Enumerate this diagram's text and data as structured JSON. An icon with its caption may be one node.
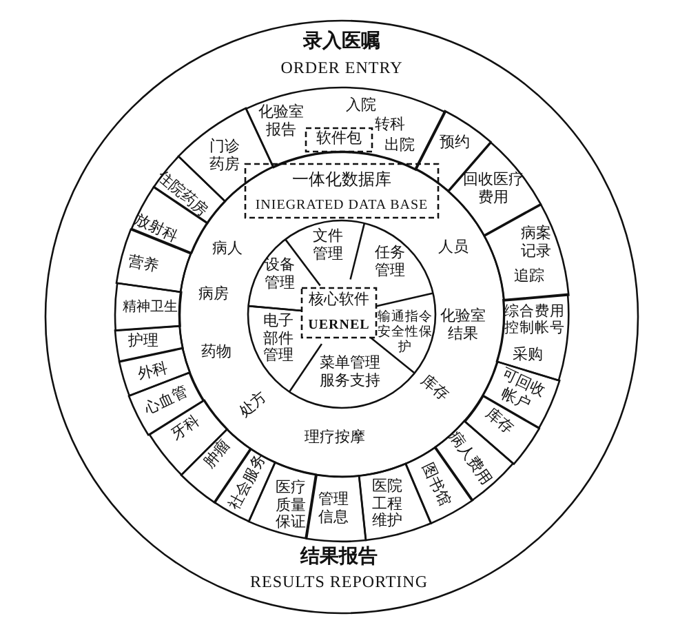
{
  "diagram": {
    "nodes": [
      {
        "text": [
          "录入医嘱",
          "ORDER ENTRY",
          "结果报告",
          "RESULTS REPORTING"
        ]
      },
      {
        "text": [
          "门诊药房"
        ],
        "in": 0
      },
      {
        "text": [
          "化验室报告",
          "入院",
          "转科",
          "出院"
        ],
        "in": 0
      },
      {
        "text": [
          "软件包"
        ],
        "in": 2
      },
      {
        "text": [
          "预约"
        ],
        "in": 0
      },
      {
        "text": [
          "回收医疗费用"
        ],
        "in": 0
      },
      {
        "text": [
          "病案记录",
          "追踪"
        ],
        "in": 0
      },
      {
        "text": [
          "综合费用控制帐号",
          "采购"
        ],
        "in": 0
      },
      {
        "text": [
          "可回收帐户"
        ],
        "in": 0
      },
      {
        "text": [
          "库存"
        ],
        "in": 0
      },
      {
        "text": [
          "病人费用"
        ],
        "in": 0
      },
      {
        "text": [
          "图书馆"
        ],
        "in": 0
      },
      {
        "text": [
          "医院工程维护"
        ],
        "in": 0
      },
      {
        "text": [
          "管理信息"
        ],
        "in": 0
      },
      {
        "text": [
          "医疗质量保证"
        ],
        "in": 0
      },
      {
        "text": [
          "社会服务"
        ],
        "in": 0
      },
      {
        "text": [
          "肿瘤"
        ],
        "in": 0
      },
      {
        "text": [
          "牙科"
        ],
        "in": 0
      },
      {
        "text": [
          "心血管"
        ],
        "in": 0
      },
      {
        "text": [
          "外科"
        ],
        "in": 0
      },
      {
        "text": [
          "护理"
        ],
        "in": 0
      },
      {
        "text": [
          "精神卫生"
        ],
        "in": 0
      },
      {
        "text": [
          "营养"
        ],
        "in": 0
      },
      {
        "text": [
          "放射科"
        ],
        "in": 0
      },
      {
        "text": [
          "住院药房"
        ],
        "in": 0
      },
      {
        "text": [
          "病人",
          "病房",
          "药物",
          "处方",
          "理疗按摩",
          "库存",
          "人员",
          "化验室结果"
        ],
        "in": 0
      },
      {
        "text": [
          "一体化数据库",
          "INIEGRATED DATA BASE"
        ],
        "in": 25
      },
      {
        "text": [
          "设备管理",
          "文件管理",
          "任务管理",
          "输通指令安全性保护",
          "菜单管理服务支持",
          "电子部件管理"
        ],
        "in": 25
      },
      {
        "text": [
          "核心软件",
          "UERNEL"
        ],
        "in": 27
      }
    ]
  }
}
